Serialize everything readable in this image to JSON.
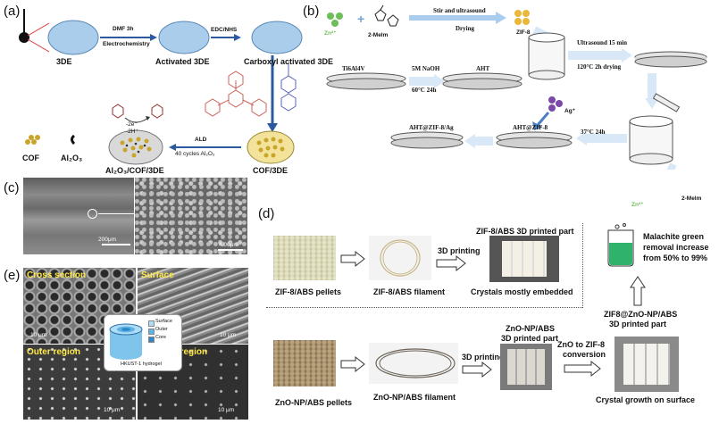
{
  "panels": {
    "a": "(a)",
    "b": "(b)",
    "c": "(c)",
    "d": "(d)",
    "e": "(e)"
  },
  "panel_a": {
    "electrode": "3DE",
    "step1_top": "DMF 3h",
    "step1_bottom": "Electrochemistry",
    "activated": "Activated 3DE",
    "step2": "EDC/NHS",
    "carboxyl": "Carboxyl activated 3DE",
    "cof3de": "COF/3DE",
    "ald": "ALD",
    "ald_cycles": "40 cycles Al₂O₃",
    "final": "Al₂O₃/COF/3DE",
    "legend_cof": "COF",
    "legend_al": "Al₂O₃",
    "ox_1": "-2e⁻",
    "ox_2": "-2H⁺"
  },
  "panel_b": {
    "zn1": "Zn²⁺",
    "melm1": "2-Melm",
    "stir": "Stir and ultrasound",
    "drying": "Drying",
    "zif8": "ZIF-8",
    "ultra": "Ultrasound 15 min",
    "dry120": "120°C 2h drying",
    "ti": "Ti6Al4V",
    "naoh": "5M NaOH",
    "naoh_t": "60°C 24h",
    "aht": "AHT",
    "ag": "Ag⁺",
    "aht_zif": "AHT@ZIF-8",
    "aht_zif_ag": "AHT@ZIF-8/Ag",
    "t37": "37°C 24h",
    "zn2": "Zn²⁺",
    "melm2": "2-Melm"
  },
  "panel_c": {
    "scale1": "200μm",
    "scale2": "4.00μm"
  },
  "panel_d": {
    "title_top": "ZIF-8/ABS 3D printed part",
    "pellets1": "ZIF-8/ABS pellets",
    "filament1": "ZIF-8/ABS filament",
    "print1": "3D printing",
    "embedded": "Crystals mostly embedded",
    "mg1": "Malachite green",
    "mg2": "removal  increase",
    "mg3": "from 50% to 99%",
    "zif_zno1": "ZIF8@ZnO-NP/ABS",
    "zif_zno2": "3D printed part",
    "zno_part1": "ZnO-NP/ABS",
    "zno_part2": "3D printed part",
    "conv1": "ZnO to ZIF-8",
    "conv2": "conversion",
    "pellets2": "ZnO-NP/ABS pellets",
    "filament2": "ZnO-NP/ABS filament",
    "print2": "3D printing",
    "growth": "Crystal growth on surface"
  },
  "panel_e": {
    "cross": "Cross section",
    "surface": "Surface",
    "outer": "Outer region",
    "core": "Core region",
    "leg_surface": "Surface",
    "leg_outer": "Outer",
    "leg_core": "Core",
    "hydrogel": "HKUST-1 hydrogel",
    "s1": "10 μm",
    "s2": "10 μm",
    "s3": "10 μm",
    "s4": "10 μm"
  }
}
